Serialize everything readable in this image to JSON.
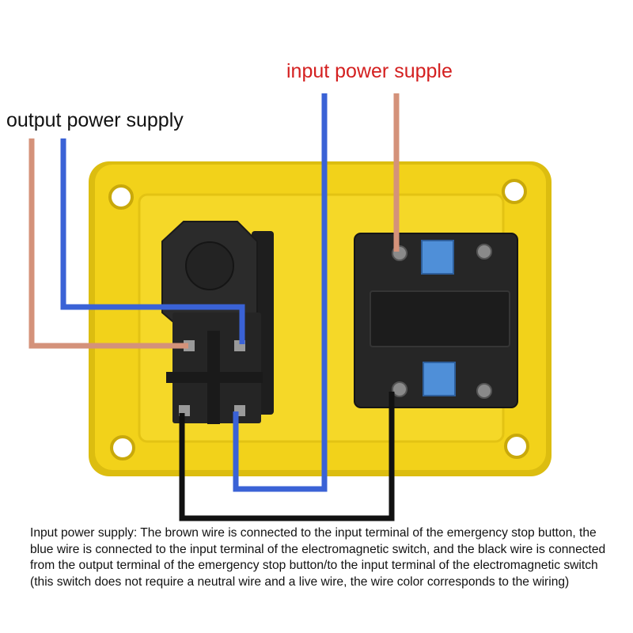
{
  "labels": {
    "output_power": "output power supply",
    "input_power": "input power supple"
  },
  "caption": "Input power supply: The brown wire is connected to the input terminal of the emergency stop button, the blue wire is connected to the input terminal of the electromagnetic switch, and the black wire is connected from the output terminal of the emergency stop button/to the input terminal of the electromagnetic switch (this switch does not require a neutral wire and a live wire, the wire color corresponds to the wiring)",
  "colors": {
    "enclosure": "#f2d21a",
    "enclosure_shadow": "#d9b80c",
    "switch_body": "#2a2a2a",
    "wire_brown": "#d4927a",
    "wire_blue": "#3a62d6",
    "wire_black": "#111111",
    "terminal_blue": "#4f8fd8",
    "input_label": "#d42020"
  }
}
